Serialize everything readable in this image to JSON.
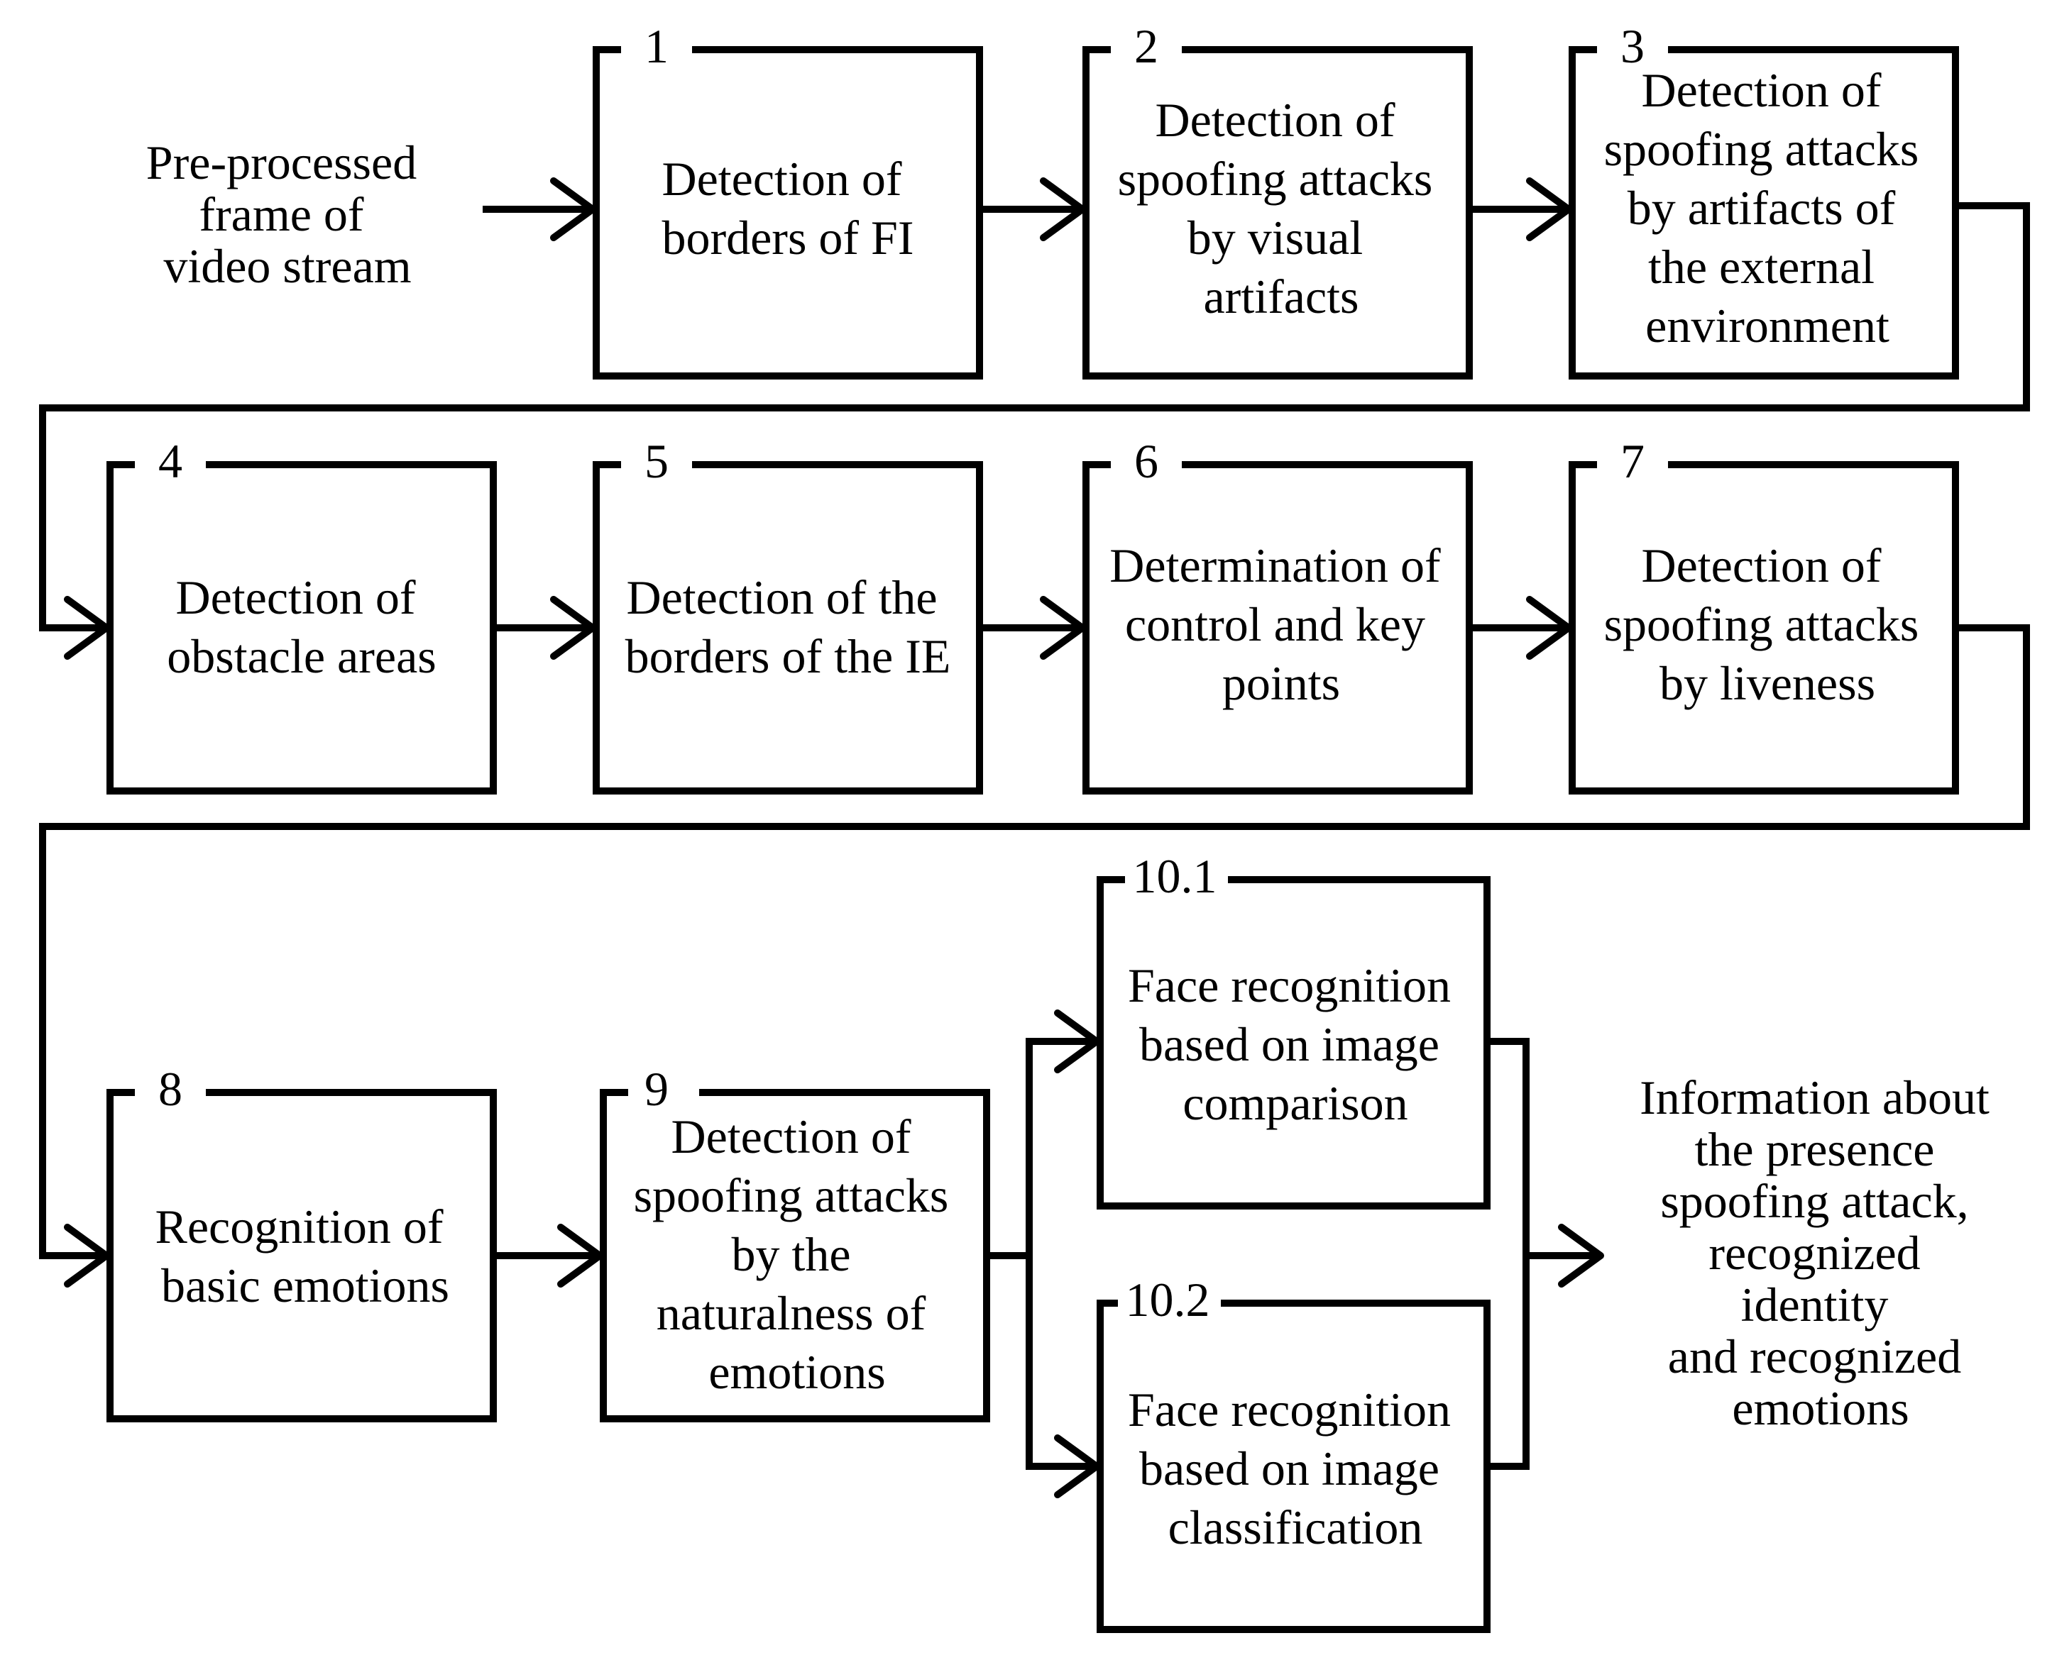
{
  "input_text": [
    "Pre-processed",
    "frame of",
    "video stream"
  ],
  "blocks": [
    {
      "id": "1",
      "lines": [
        "Detection of",
        "borders of FI"
      ]
    },
    {
      "id": "2",
      "lines": [
        "Detection of",
        "spoofing attacks",
        "by visual",
        "artifacts"
      ]
    },
    {
      "id": "3",
      "lines": [
        "Detection of",
        "spoofing attacks",
        "by artifacts of",
        "the external",
        "environment"
      ]
    },
    {
      "id": "4",
      "lines": [
        "Detection of",
        "obstacle areas"
      ]
    },
    {
      "id": "5",
      "lines": [
        "Detection of the",
        "borders of the IE"
      ]
    },
    {
      "id": "6",
      "lines": [
        "Determination of",
        "control and key",
        "points"
      ]
    },
    {
      "id": "7",
      "lines": [
        "Detection of",
        "spoofing attacks",
        "by liveness"
      ]
    },
    {
      "id": "8",
      "lines": [
        "Recognition of",
        "basic emotions"
      ]
    },
    {
      "id": "9",
      "lines": [
        "Detection of",
        "spoofing attacks",
        "by the",
        "naturalness of",
        "emotions"
      ]
    },
    {
      "id": "10.1",
      "lines": [
        "Face recognition",
        "based on image",
        "comparison"
      ]
    },
    {
      "id": "10.2",
      "lines": [
        "Face recognition",
        "based on image",
        "classification"
      ]
    }
  ],
  "output_text": [
    "Information about",
    "the presence",
    "spoofing attack,",
    "recognized",
    "identity",
    "and recognized",
    "emotions"
  ]
}
